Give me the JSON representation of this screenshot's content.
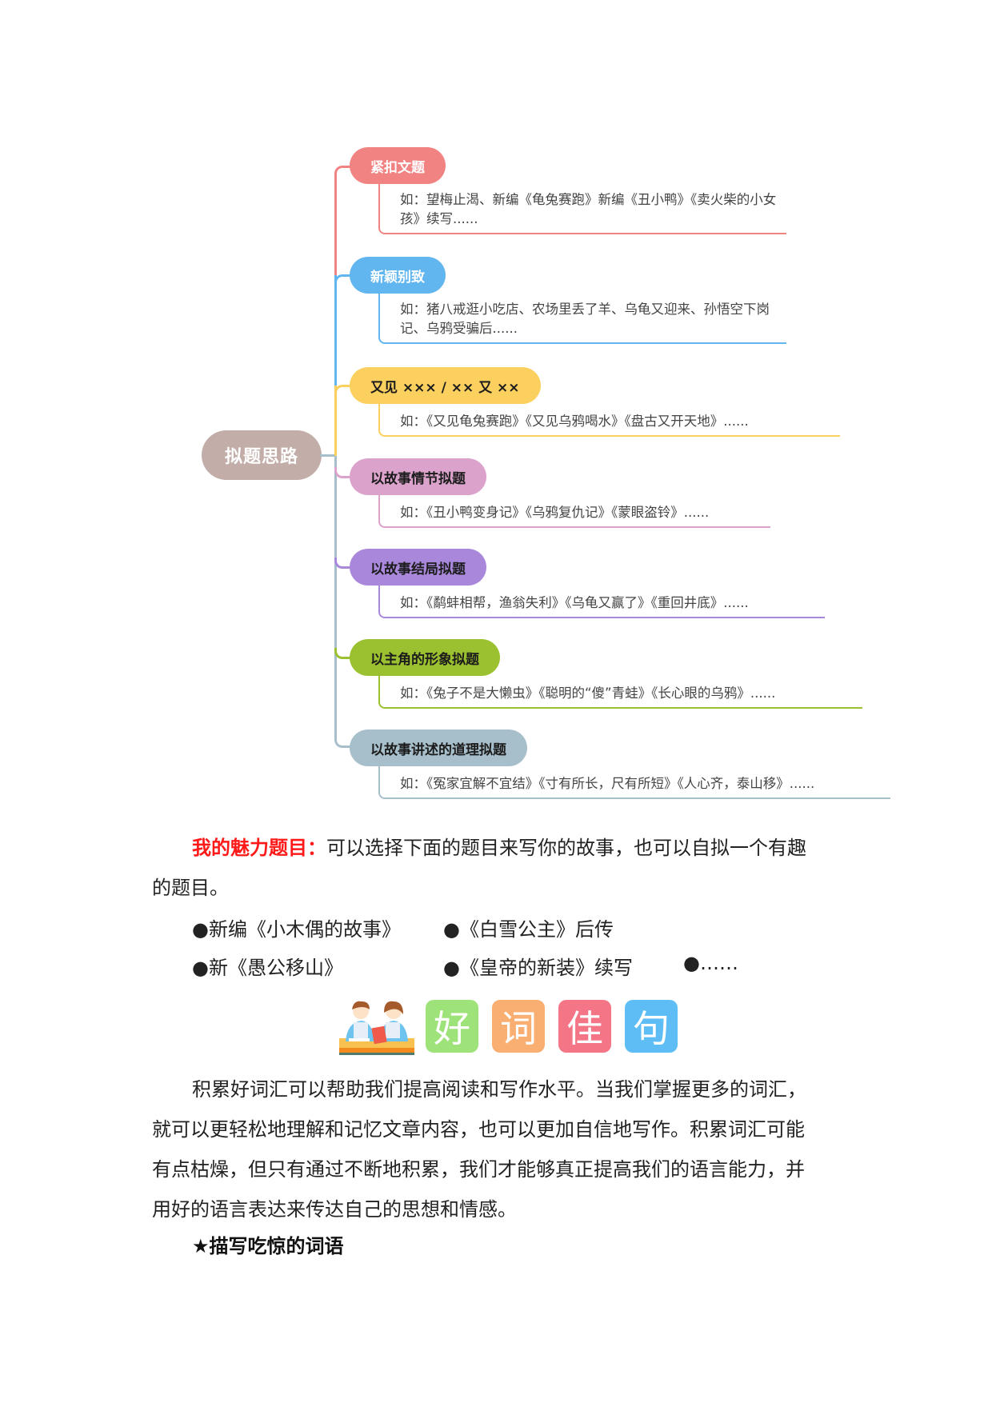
{
  "mindmap": {
    "root": {
      "label": "拟题思路",
      "color": "#c2ada9"
    },
    "branches": [
      {
        "label": "紧扣文题",
        "color": "#f28383",
        "text_color": "#ffffff",
        "detail": "如：望梅止渴、新编《龟兔赛跑》新编《丑小鸭》《卖火柴的小女孩》续写......"
      },
      {
        "label": "新颖别致",
        "color": "#62b6ef",
        "text_color": "#ffffff",
        "detail": "如：猪八戒逛小吃店、农场里丢了羊、乌龟又迎来、孙悟空下岗记、乌鸦受骗后......"
      },
      {
        "label": "又见 ×××  / ×× 又 ××",
        "color": "#fcd05f",
        "text_color": "#1c1c1c",
        "detail": "如：《又见龟兔赛跑》《又见乌鸦喝水》《盘古又开天地》......"
      },
      {
        "label": "以故事情节拟题",
        "color": "#dba2cc",
        "text_color": "#1c1c1c",
        "detail": "如：《丑小鸭变身记》《乌鸦复仇记》《蒙眼盗铃》......"
      },
      {
        "label": "以故事结局拟题",
        "color": "#a988dc",
        "text_color": "#1c1c1c",
        "detail": "如：《鹬蚌相帮，渔翁失利》《乌龟又赢了》《重回井底》......"
      },
      {
        "label": "以主角的形象拟题",
        "color": "#9cc130",
        "text_color": "#1c1c1c",
        "detail": "如：《兔子不是大懒虫》《聪明的“傻”青蛙》《长心眼的乌鸦》......"
      },
      {
        "label": "以故事讲述的道理拟题",
        "color": "#a7bfcb",
        "text_color": "#1c1c1c",
        "detail": "如：《冤家宜解不宜结》《寸有所长，尺有所短》《人心齐，泰山移》......"
      }
    ]
  },
  "topics": {
    "label": "我的魅力题目：",
    "intro_line1": "可以选择下面的题目来写你的故事，也可以自拟一个有趣",
    "intro_line2": "的题目。",
    "items": [
      "●新编《小木偶的故事》",
      "●《白雪公主》后传",
      "●新《愚公移山》",
      "●《皇帝的新装》续写",
      "●……"
    ]
  },
  "banner": {
    "tiles": [
      {
        "char": "好",
        "color": "#9ee27a"
      },
      {
        "char": "词",
        "color": "#f9ae72"
      },
      {
        "char": "佳",
        "color": "#f47585"
      },
      {
        "char": "句",
        "color": "#5fbdf5"
      }
    ]
  },
  "vocab": {
    "lines": [
      "积累好词汇可以帮助我们提高阅读和写作水平。当我们掌握更多的词汇，",
      "就可以更轻松地理解和记忆文章内容，也可以更加自信地写作。积累词汇可能",
      "有点枯燥，但只有通过不断地积累，我们才能够真正提高我们的语言能力，并",
      "用好的语言表达来传达自己的思想和情感。"
    ],
    "heading": "★描写吃惊的词语"
  }
}
